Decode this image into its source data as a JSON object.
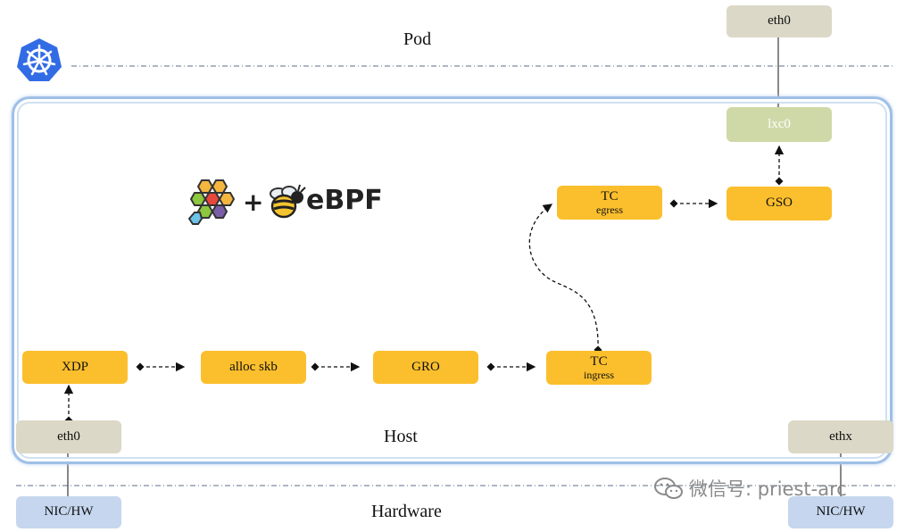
{
  "labels": {
    "pod": "Pod",
    "host": "Host",
    "hardware": "Hardware"
  },
  "nodes": {
    "pod_eth0": "eth0",
    "lxc0": "lxc0",
    "tc_egress_title": "TC",
    "tc_egress_sub": "egress",
    "gso": "GSO",
    "xdp": "XDP",
    "alloc_skb": "alloc skb",
    "gro": "GRO",
    "tc_ingress_title": "TC",
    "tc_ingress_sub": "ingress",
    "host_eth0": "eth0",
    "ethx": "ethx",
    "nic_left": "NIC/HW",
    "nic_right": "NIC/HW"
  },
  "logos": {
    "kubernetes": "kubernetes-logo-icon",
    "cilium": "cilium-logo-icon",
    "plus": "+",
    "ebpf_bee": "ebpf-bee-icon",
    "ebpf_text": "eBPF"
  },
  "watermark": {
    "text": "微信号: priest-arc",
    "icon": "wechat-icon"
  },
  "colors": {
    "stage": "#fbbf2d",
    "interface": "#dcd8c7",
    "veth": "#cfd9a8",
    "hardware": "#c5d6ee",
    "host_border": "#9fc0e6",
    "k8s_blue": "#326ce5"
  }
}
